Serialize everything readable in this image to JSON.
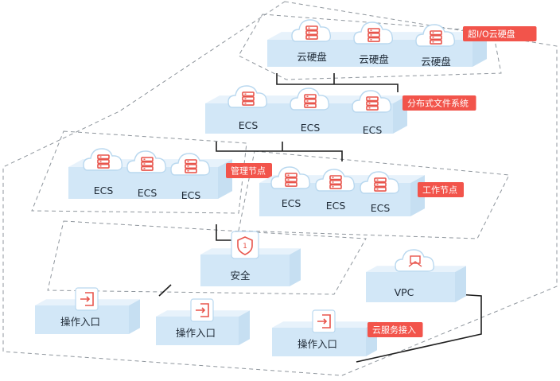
{
  "colors": {
    "accent": "#f2544b",
    "platform_top": "#e7f2fb",
    "platform_front": "#d2e7f7",
    "icon_red": "#e8554c",
    "dashed_border": "#8f969d",
    "connector": "#1f1f1f"
  },
  "tiers": {
    "storage": {
      "tag": "超I/O云硬盘",
      "items": [
        {
          "label": "云硬盘",
          "icon": "server-icon"
        },
        {
          "label": "云硬盘",
          "icon": "server-icon"
        },
        {
          "label": "云硬盘",
          "icon": "server-icon"
        }
      ]
    },
    "filesystem": {
      "tag": "分布式文件系统",
      "items": [
        {
          "label": "ECS",
          "icon": "server-icon"
        },
        {
          "label": "ECS",
          "icon": "server-icon"
        },
        {
          "label": "ECS",
          "icon": "server-icon"
        }
      ]
    },
    "management": {
      "tag": "管理节点",
      "items": [
        {
          "label": "ECS",
          "icon": "server-icon"
        },
        {
          "label": "ECS",
          "icon": "server-icon"
        },
        {
          "label": "ECS",
          "icon": "server-icon"
        }
      ]
    },
    "worker": {
      "tag": "工作节点",
      "items": [
        {
          "label": "ECS",
          "icon": "server-icon"
        },
        {
          "label": "ECS",
          "icon": "server-icon"
        },
        {
          "label": "ECS",
          "icon": "server-icon"
        }
      ]
    },
    "security": {
      "label": "安全",
      "icon": "shield-icon",
      "badge": "1"
    },
    "vpc": {
      "label": "VPC",
      "icon": "network-icon"
    },
    "access": {
      "tag": "云服务接入",
      "items": [
        {
          "label": "操作入口",
          "icon": "login-icon"
        },
        {
          "label": "操作入口",
          "icon": "login-icon"
        },
        {
          "label": "操作入口",
          "icon": "login-icon"
        }
      ]
    }
  }
}
